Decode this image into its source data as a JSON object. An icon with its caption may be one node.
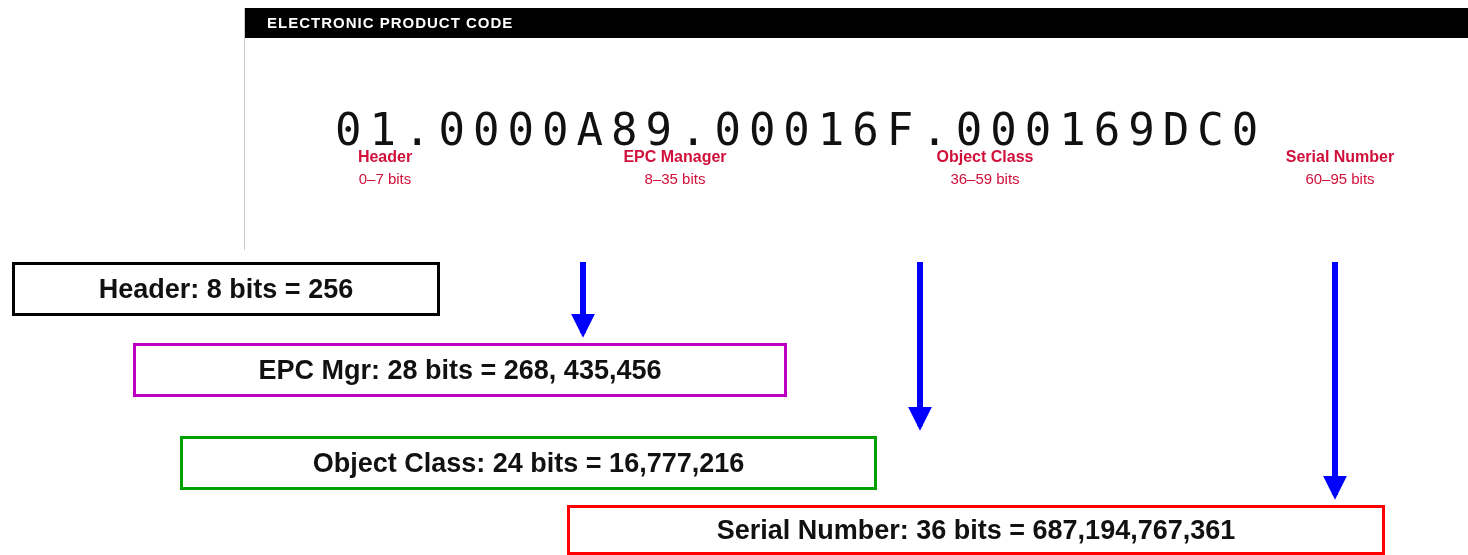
{
  "diagram": {
    "nodes": [
      {
        "text": [
          "ELECTRONIC PRODUCT CODE",
          "01.0000A89.00016F.000169DC0"
        ]
      },
      {
        "text": [
          "Header: 8 bits = 256"
        ]
      },
      {
        "text": [
          "EPC Mgr: 28 bits = 268, 435,456"
        ]
      },
      {
        "text": [
          "Object Class: 24 bits = 16,777,216"
        ]
      },
      {
        "text": [
          "Serial Number: 36 bits = 687,194,767,361"
        ]
      }
    ],
    "edges": [
      {
        "from": 0,
        "to": 2,
        "arrow": "to"
      },
      {
        "from": 0,
        "to": 3,
        "arrow": "to"
      },
      {
        "from": 0,
        "to": 4,
        "arrow": "to"
      }
    ],
    "labels": [
      "Header",
      "0–7 bits",
      "EPC Manager",
      "8–35 bits",
      "Object Class",
      "36–59 bits",
      "Serial Number",
      "60–95 bits"
    ]
  }
}
